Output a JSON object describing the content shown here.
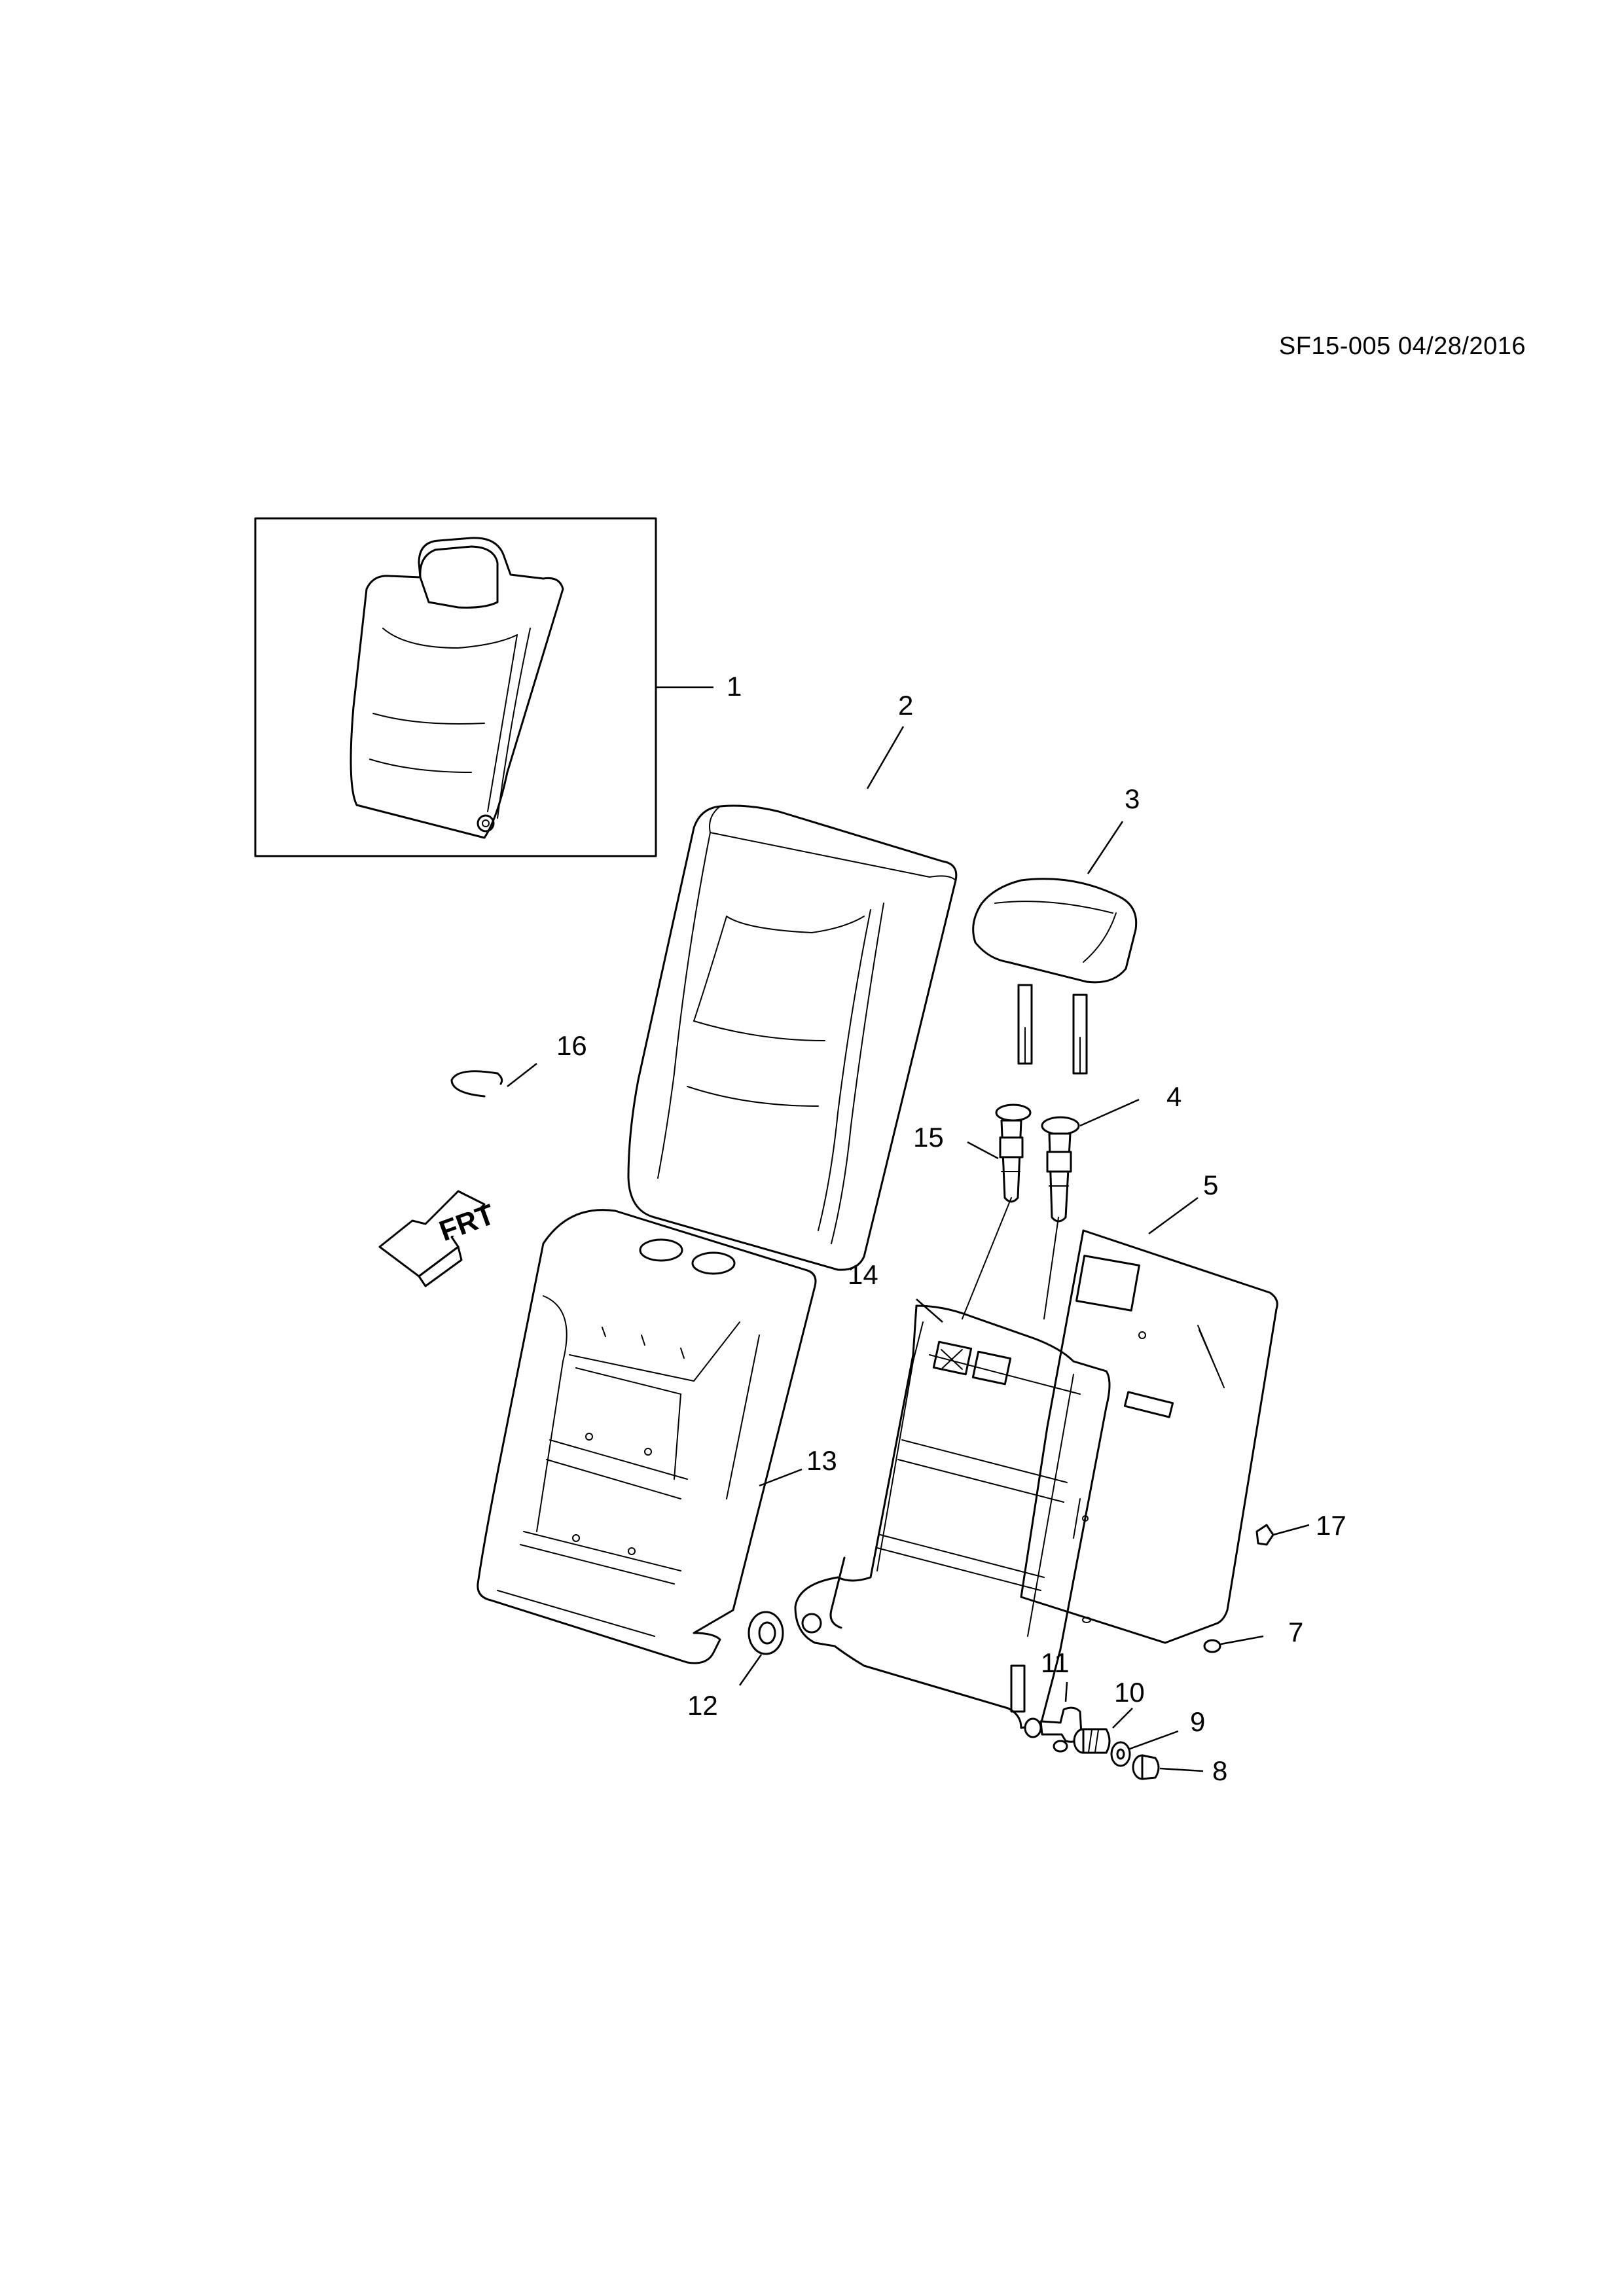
{
  "document": {
    "reference": "SF15-005 04/28/2016"
  },
  "callouts": [
    {
      "id": "1",
      "label": "1"
    },
    {
      "id": "2",
      "label": "2"
    },
    {
      "id": "3",
      "label": "3"
    },
    {
      "id": "4",
      "label": "4"
    },
    {
      "id": "5",
      "label": "5"
    },
    {
      "id": "7",
      "label": "7"
    },
    {
      "id": "8",
      "label": "8"
    },
    {
      "id": "9",
      "label": "9"
    },
    {
      "id": "10",
      "label": "10"
    },
    {
      "id": "11",
      "label": "11"
    },
    {
      "id": "12",
      "label": "12"
    },
    {
      "id": "13",
      "label": "13"
    },
    {
      "id": "14",
      "label": "14"
    },
    {
      "id": "15",
      "label": "15"
    },
    {
      "id": "16",
      "label": "16"
    },
    {
      "id": "17",
      "label": "17"
    }
  ],
  "direction_marker": {
    "text": "FRT"
  }
}
